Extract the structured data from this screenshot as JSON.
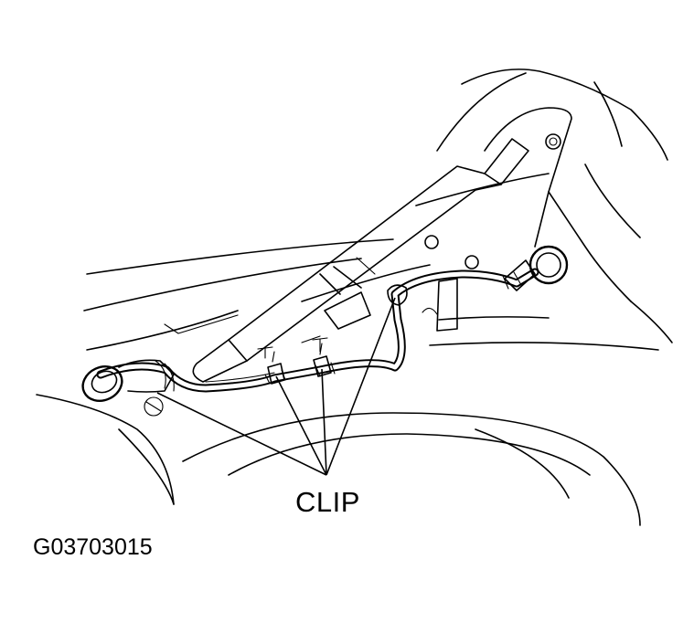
{
  "diagram": {
    "callouts": [
      {
        "id": "clip",
        "text": "CLIP"
      }
    ],
    "figure_id": "G03703015"
  }
}
